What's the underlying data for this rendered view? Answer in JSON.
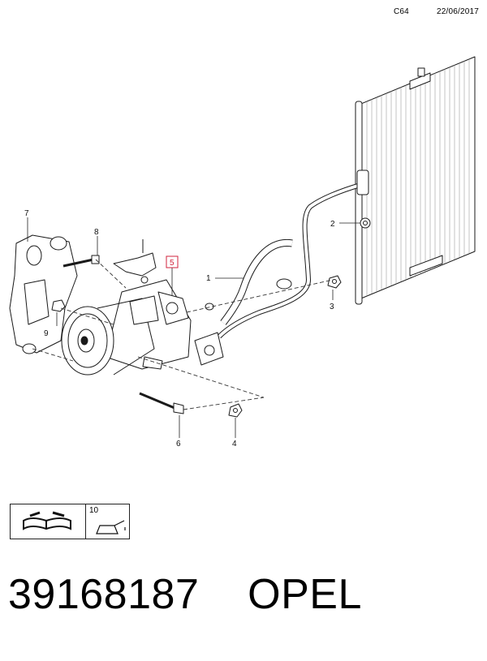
{
  "header": {
    "code": "C64",
    "date": "22/06/2017"
  },
  "callouts": [
    {
      "num": "1"
    },
    {
      "num": "2"
    },
    {
      "num": "3"
    },
    {
      "num": "4"
    },
    {
      "num": "5",
      "highlighted": true
    },
    {
      "num": "6"
    },
    {
      "num": "7"
    },
    {
      "num": "8"
    },
    {
      "num": "9"
    }
  ],
  "legend": {
    "icon": "repair-manual-icon",
    "ref_number": "10",
    "ref_icon": "oil-can-icon"
  },
  "footer": {
    "part_number": "39168187",
    "brand": "OPEL"
  },
  "colors": {
    "highlight": "#d2233c",
    "line": "#1a1a1a"
  }
}
